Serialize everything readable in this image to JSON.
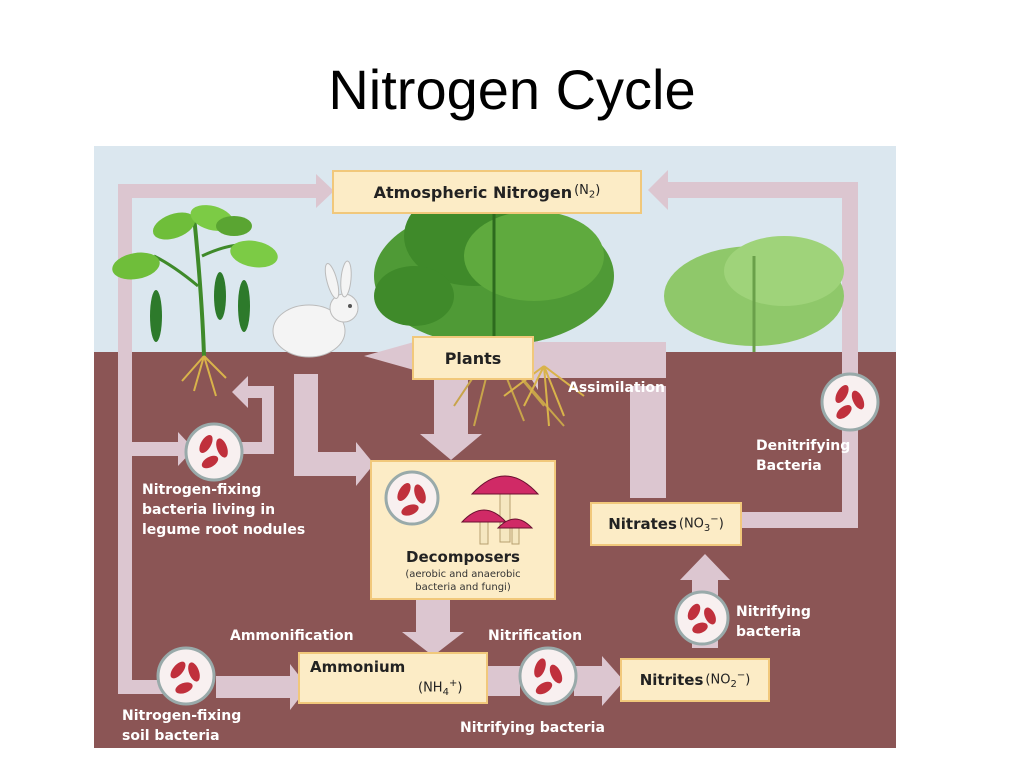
{
  "title": "Nitrogen Cycle",
  "colors": {
    "sky": "#dbe7ef",
    "soil": "#8b5555",
    "arrow": "#dcc6d0",
    "box_fill": "#fcecc6",
    "box_border": "#f1c87b",
    "bacteria": "#c0303c",
    "mushroom": "#d02a66"
  },
  "boxes": {
    "atmospheric": {
      "label": "Atmospheric Nitrogen",
      "formula": "(N",
      "sub": "2",
      "close": ")"
    },
    "plants": {
      "label": "Plants"
    },
    "decomposers": {
      "label": "Decomposers",
      "note_line1": "(aerobic and anaerobic",
      "note_line2": "bacteria and fungi)"
    },
    "ammonium": {
      "label": "Ammonium",
      "formula": "(NH",
      "sub": "4",
      "sup": "+",
      "close": ")"
    },
    "nitrites": {
      "label": "Nitrites",
      "formula": "(NO",
      "sub": "2",
      "sup": "−",
      "close": ")"
    },
    "nitrates": {
      "label": "Nitrates",
      "formula": "(NO",
      "sub": "3",
      "sup": "−",
      "close": ")"
    }
  },
  "labels": {
    "assimilation": "Assimilation",
    "denitrifying_line1": "Denitrifying",
    "denitrifying_line2": "Bacteria",
    "nitrogen_fixing_legume_line1": "Nitrogen-fixing",
    "nitrogen_fixing_legume_line2": "bacteria living in",
    "nitrogen_fixing_legume_line3": "legume root nodules",
    "ammonification": "Ammonification",
    "nitrification": "Nitrification",
    "nitrifying_line1": "Nitrifying",
    "nitrifying_line2": "bacteria",
    "nitrogen_fixing_soil_line1": "Nitrogen-fixing",
    "nitrogen_fixing_soil_line2": "soil bacteria",
    "nitrifying_bottom": "Nitrifying bacteria"
  }
}
